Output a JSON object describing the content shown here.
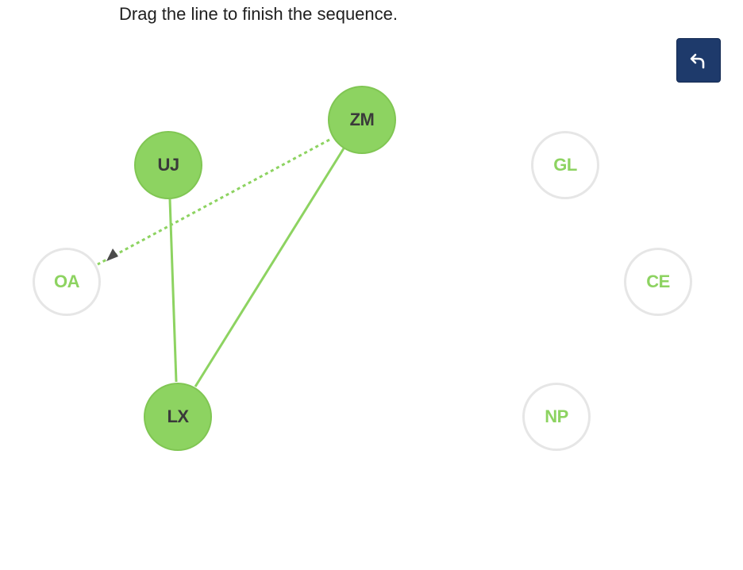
{
  "instruction": "Drag the line to finish the sequence.",
  "undo": {
    "icon": "undo-icon"
  },
  "colors": {
    "accent_green": "#8dd361",
    "node_text_dark": "#3a3a3a",
    "unvisited_border": "#e6e6e6",
    "undo_bg": "#1e3a6b"
  },
  "nodes": {
    "uj": {
      "label": "UJ",
      "state": "visited"
    },
    "zm": {
      "label": "ZM",
      "state": "visited"
    },
    "lx": {
      "label": "LX",
      "state": "visited"
    },
    "oa": {
      "label": "OA",
      "state": "unvisited"
    },
    "gl": {
      "label": "GL",
      "state": "unvisited"
    },
    "ce": {
      "label": "CE",
      "state": "unvisited"
    },
    "np": {
      "label": "NP",
      "state": "unvisited"
    }
  },
  "sequence": [
    "UJ",
    "LX",
    "ZM"
  ]
}
